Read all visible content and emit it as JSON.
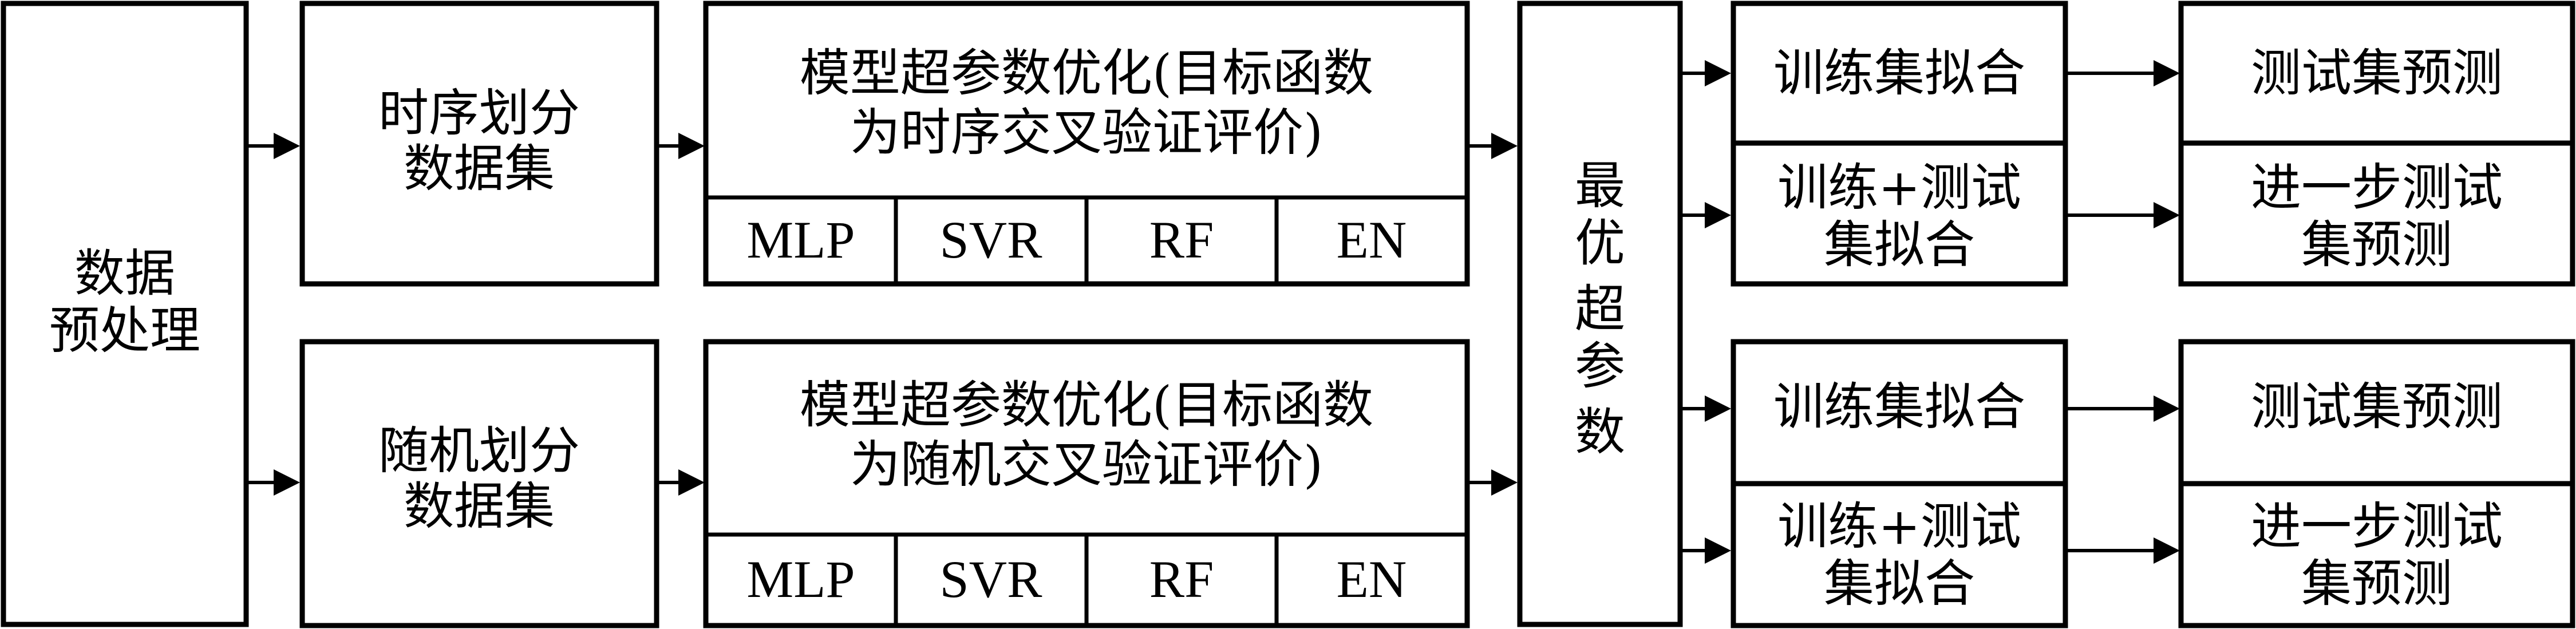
{
  "preprocess": {
    "line1": "数据",
    "line2": "预处理"
  },
  "time_split": {
    "line1": "时序划分",
    "line2": "数据集"
  },
  "random_split": {
    "line1": "随机划分",
    "line2": "数据集"
  },
  "opt_time": {
    "line1": "模型超参数优化(目标函数",
    "line2": "为时序交叉验证评价)"
  },
  "opt_random": {
    "line1": "模型超参数优化(目标函数",
    "line2": "为随机交叉验证评价)"
  },
  "models": [
    "MLP",
    "SVR",
    "RF",
    "EN"
  ],
  "best": [
    "最",
    "优",
    "超",
    "参",
    "数"
  ],
  "fit_train": "训练集拟合",
  "fit_train_test": {
    "line1": "训练+测试",
    "line2": "集拟合"
  },
  "pred_test": "测试集预测",
  "pred_further": {
    "line1": "进一步测试",
    "line2": "集预测"
  }
}
